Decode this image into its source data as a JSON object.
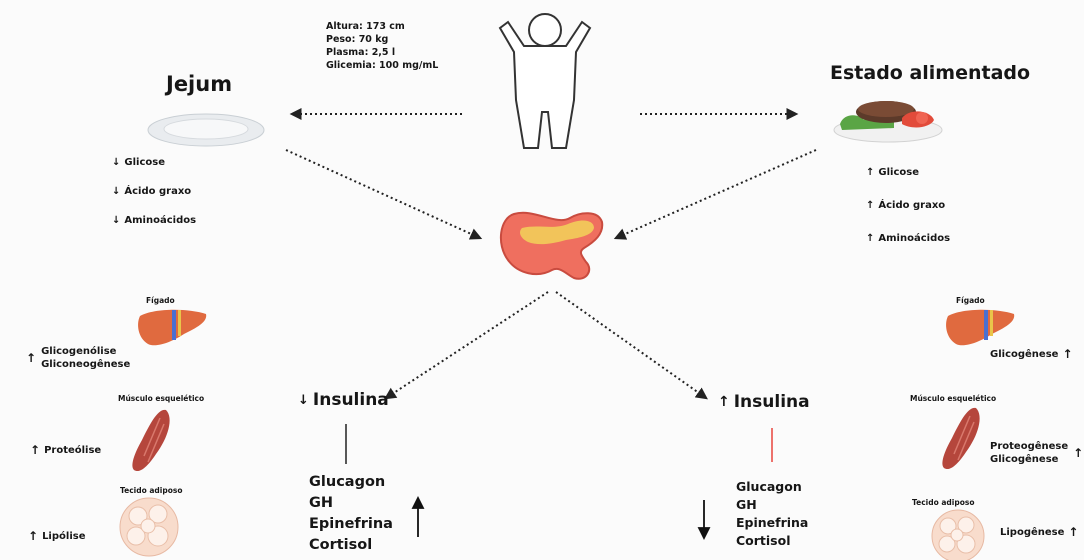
{
  "person": {
    "info": [
      "Altura: 173 cm",
      "Peso: 70 kg",
      "Plasma: 2,5 l",
      "Glicemia: 100 mg/mL"
    ]
  },
  "fasting": {
    "title": "Jejum",
    "changes": [
      {
        "arrow": "↓",
        "label": "Glicose"
      },
      {
        "arrow": "↓",
        "label": "Ácido graxo"
      },
      {
        "arrow": "↓",
        "label": "Aminoácidos"
      }
    ],
    "insulin": {
      "arrow": "↓",
      "label": "Insulina"
    },
    "hormones": [
      "Glucagon",
      "GH",
      "Epinefrina",
      "Cortisol"
    ],
    "hormones_arrow": "↑",
    "tissues": {
      "liver": {
        "title": "Fígado",
        "arrow": "↑",
        "processes": [
          "Glicogenólise",
          "Gliconeogênese"
        ]
      },
      "muscle": {
        "title": "Músculo esquelético",
        "arrow": "↑",
        "processes": [
          "Proteólise"
        ]
      },
      "adipose": {
        "title": "Tecido adiposo",
        "arrow": "↑",
        "processes": [
          "Lipólise"
        ]
      }
    }
  },
  "fed": {
    "title": "Estado alimentado",
    "changes": [
      {
        "arrow": "↑",
        "label": "Glicose"
      },
      {
        "arrow": "↑",
        "label": "Ácido graxo"
      },
      {
        "arrow": "↑",
        "label": "Aminoácidos"
      }
    ],
    "insulin": {
      "arrow": "↑",
      "label": "Insulina"
    },
    "hormones": [
      "Glucagon",
      "GH",
      "Epinefrina",
      "Cortisol"
    ],
    "hormones_arrow": "↓",
    "tissues": {
      "liver": {
        "title": "Fígado",
        "arrow": "↑",
        "processes": [
          "Glicogênese"
        ]
      },
      "muscle": {
        "title": "Músculo esquelético",
        "arrow": "↑",
        "processes": [
          "Proteogênese",
          "Glicogênese"
        ]
      },
      "adipose": {
        "title": "Tecido adiposo",
        "arrow": "↑",
        "processes": [
          "Lipogênese"
        ]
      }
    }
  },
  "colors": {
    "organ": "#e06a3f",
    "muscle": "#b5463c",
    "pancreas": "#ef6f5f",
    "pancreas_inner": "#f2c45a",
    "fed_line": "#e8453c"
  }
}
